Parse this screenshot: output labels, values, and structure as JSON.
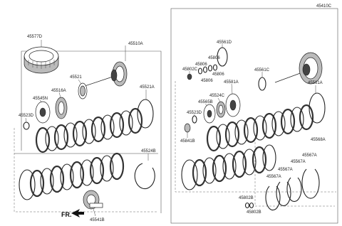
{
  "labels": {
    "p45410C": "45410C",
    "p45510A": "45510A",
    "p45577D": "45577D",
    "p45521": "45521",
    "p45516A": "45516A",
    "p45545N": "45545N",
    "p45523D_l": "45523D",
    "p45521A_l": "45521A",
    "p45524B": "45524B",
    "p45541B": "45541B",
    "p45561D": "45561D",
    "p45806_a": "45806",
    "p45806_b": "45806",
    "p45806_c": "45806",
    "p45806_d": "45806",
    "p45802C": "45802C",
    "p45561C": "45561C",
    "p45561A": "45561A",
    "p45581A": "45581A",
    "p45524C": "45524C",
    "p45565B": "45565B",
    "p45523D_r": "45523D",
    "p45841B": "45841B",
    "p45568A": "45568A",
    "p45567A_a": "45567A",
    "p45567A_b": "45567A",
    "p45567A_c": "45567A",
    "p45567A_d": "45567A",
    "p45802B_a": "45802B",
    "p45802B_b": "45802B",
    "fr": "FR."
  },
  "icons": {
    "direction": "fr-arrow-icon"
  }
}
